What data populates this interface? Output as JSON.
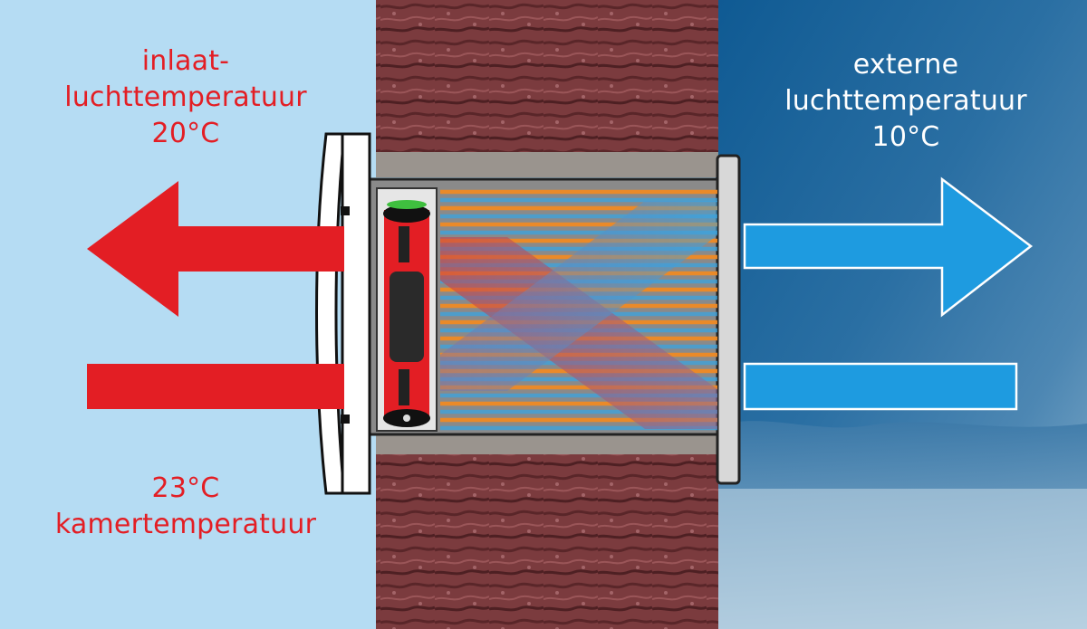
{
  "labels": {
    "inlet": {
      "line1": "inlaat-",
      "line2": "luchttemperatuur",
      "line3": "20°C"
    },
    "room": {
      "line1": "23°C",
      "line2": "kamertemperatuur"
    },
    "external": {
      "line1": "externe",
      "line2": "luchttemperatuur",
      "line3": "10°C"
    }
  },
  "colors": {
    "indoor_background": "#b5dcf3",
    "warm_arrow": "#e31e24",
    "cold_arrow": "#1e9be0",
    "brick": "#7a3a3d",
    "heat_exchanger_orange": "#f08a24",
    "heat_exchanger_blue": "#3aa4e0",
    "outdoor_sky": "#1f5f94"
  },
  "icons": [
    "wall-brick",
    "fan-icon",
    "heat-exchanger-icon",
    "vent-grille"
  ]
}
